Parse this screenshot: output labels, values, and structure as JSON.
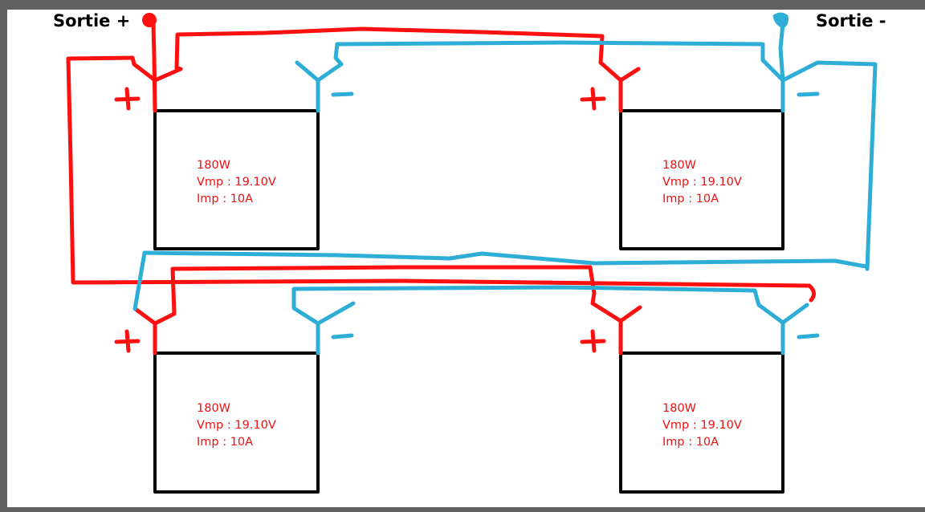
{
  "labels": {
    "output_plus": "Sortie +",
    "output_minus": "Sortie -"
  },
  "colors": {
    "positive": "#ff1010",
    "negative": "#2eaed6",
    "panel": "#000000"
  },
  "panels": [
    {
      "power": "180W",
      "vmp": "Vmp : 19.10V",
      "imp": "Imp : 10A"
    },
    {
      "power": "180W",
      "vmp": "Vmp : 19.10V",
      "imp": "Imp : 10A"
    },
    {
      "power": "180W",
      "vmp": "Vmp : 19.10V",
      "imp": "Imp : 10A"
    },
    {
      "power": "180W",
      "vmp": "Vmp : 19.10V",
      "imp": "Imp : 10A"
    }
  ]
}
